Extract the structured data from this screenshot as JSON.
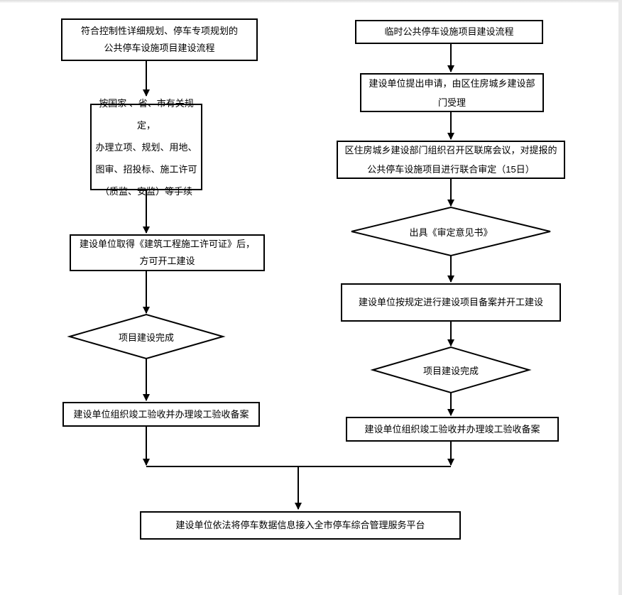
{
  "colors": {
    "stroke": "#000000",
    "background": "#ffffff",
    "page_edge": "#e9e9e9"
  },
  "flowchart": {
    "left_branch": {
      "nodes": [
        {
          "type": "process",
          "text": "符合控制性详细规划、停车专项规划的\n公共停车设施项目建设流程"
        },
        {
          "type": "process",
          "text": "按国家 、省、市有关规定，\n办理立项、规划、用地、\n图审、招投标、施工许可\n（质监、安监）等手续"
        },
        {
          "type": "process",
          "text": "建设单位取得《建筑工程施工许可证》后，\n方可开工建设"
        },
        {
          "type": "decision",
          "text": "项目建设完成"
        },
        {
          "type": "process",
          "text": "建设单位组织竣工验收并办理竣工验收备案"
        }
      ]
    },
    "right_branch": {
      "nodes": [
        {
          "type": "process",
          "text": "临时公共停车设施项目建设流程"
        },
        {
          "type": "process",
          "text": "建设单位提出申请，由区住房城乡建设部\n门受理"
        },
        {
          "type": "process",
          "text": "区住房城乡建设部门组织召开区联席会议，对提报的\n公共停车设施项目进行联合审定（15日）"
        },
        {
          "type": "decision",
          "text": "出具《审定意见书》"
        },
        {
          "type": "process",
          "text": "建设单位按规定进行建设项目备案并开工建设"
        },
        {
          "type": "decision",
          "text": "项目建设完成"
        },
        {
          "type": "process",
          "text": "建设单位组织竣工验收并办理竣工验收备案"
        }
      ]
    },
    "merge_node": {
      "type": "process",
      "text": "建设单位依法将停车数据信息接入全市停车综合管理服务平台"
    }
  }
}
